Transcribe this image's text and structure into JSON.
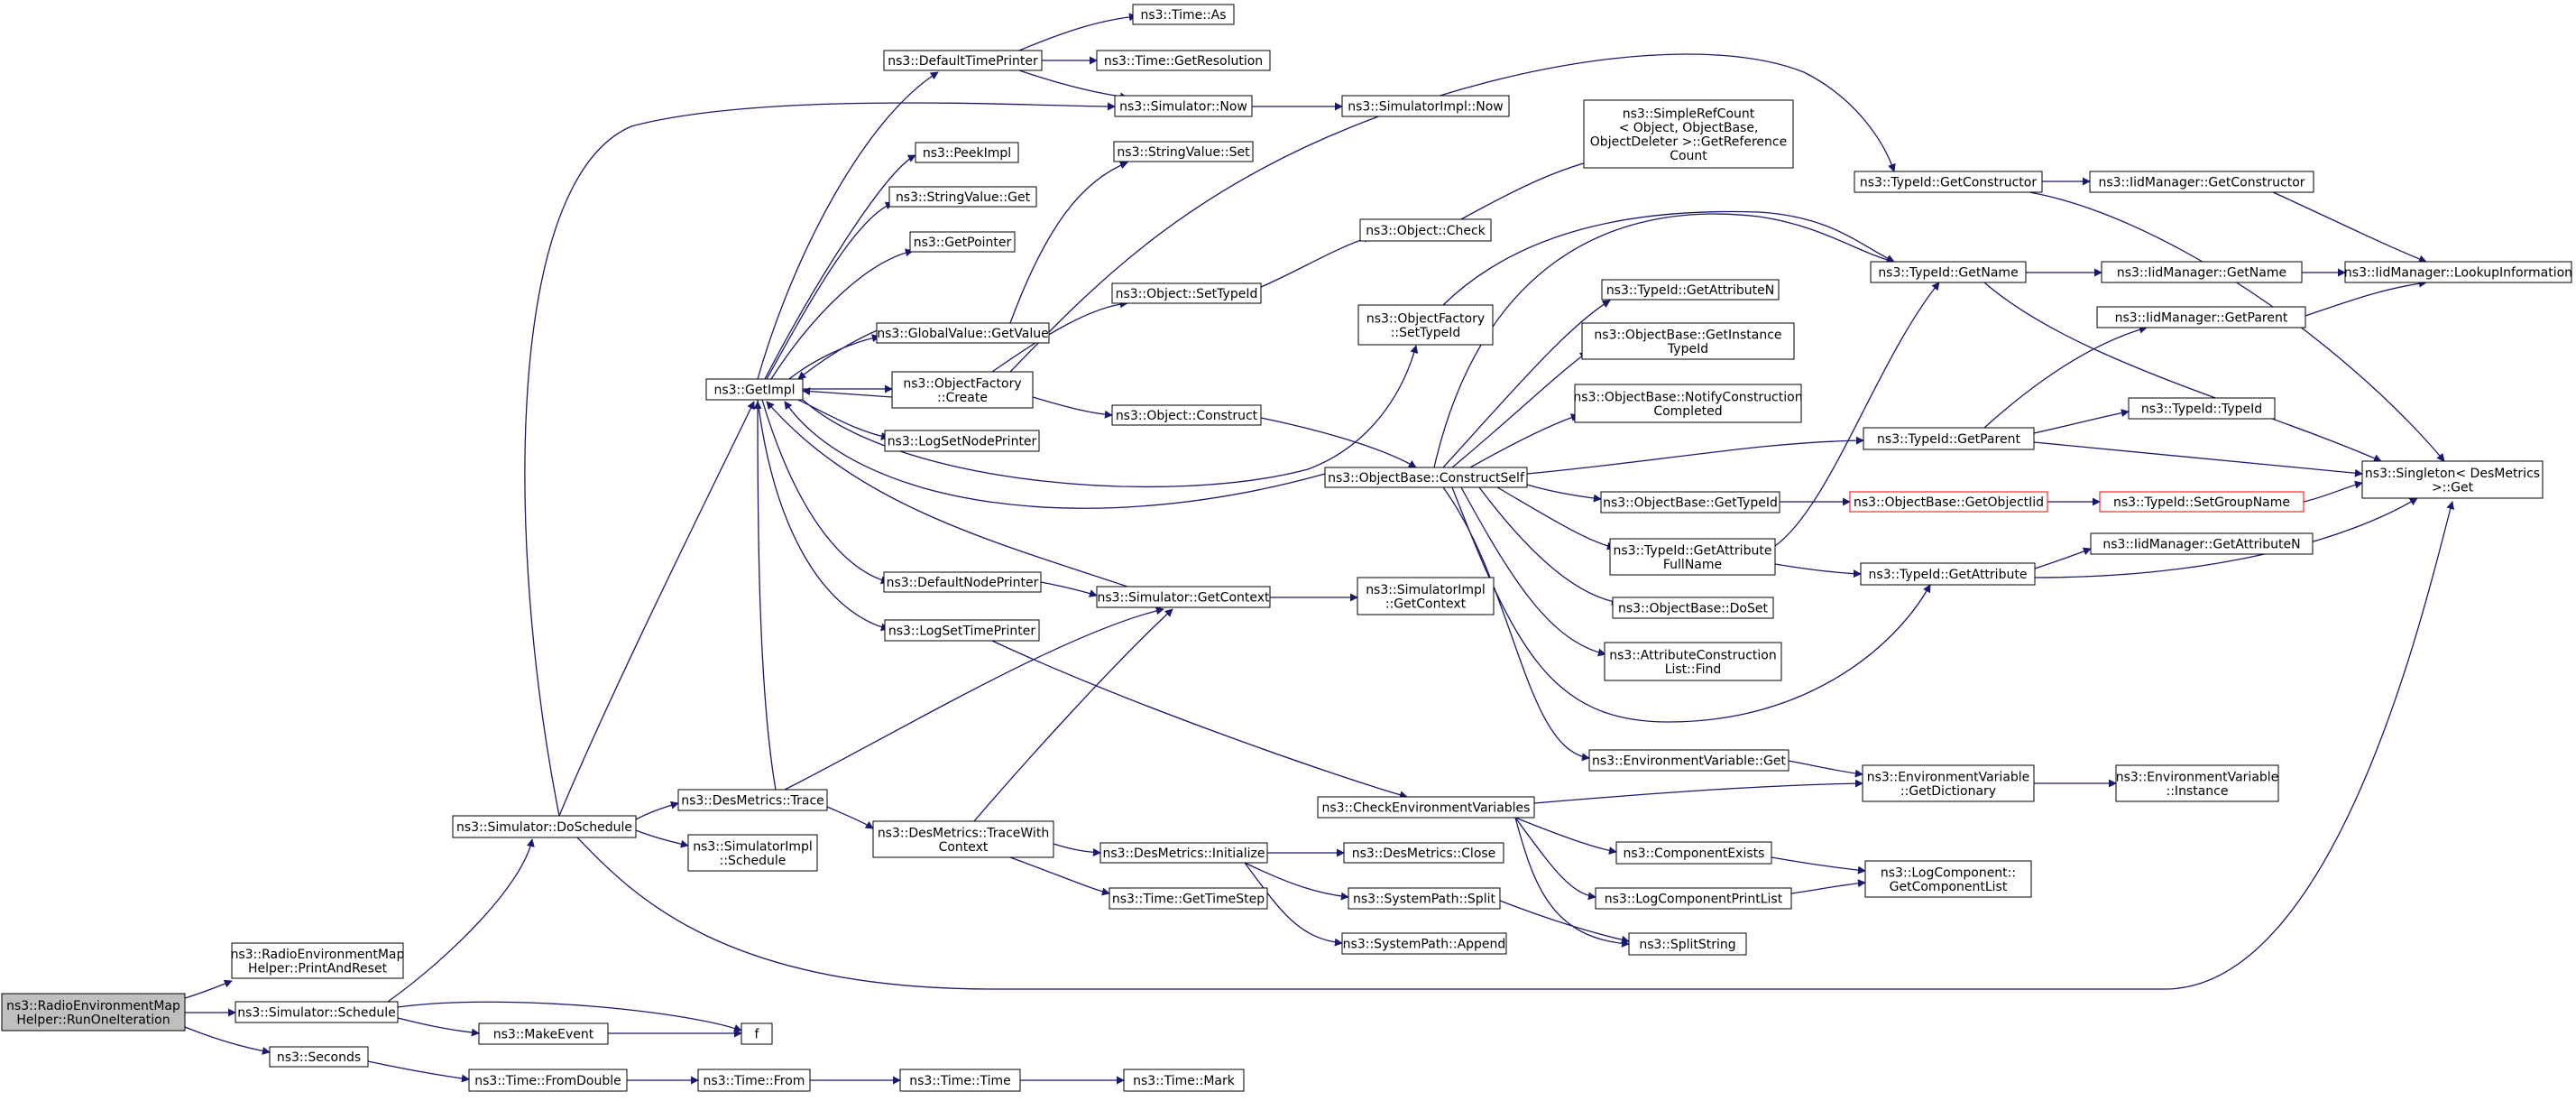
{
  "colors": {
    "edge": "#191970",
    "node_border": "#000000",
    "node_fill": "#ffffff",
    "root_fill": "#bfbfbf",
    "truncated_border": "#ff0000"
  },
  "nodes": [
    {
      "id": "root",
      "lines": [
        "ns3::RadioEnvironmentMap",
        "Helper::RunOneIteration"
      ],
      "style": "root"
    },
    {
      "id": "printandreset",
      "lines": [
        "ns3::RadioEnvironmentMap",
        "Helper::PrintAndReset"
      ]
    },
    {
      "id": "sched",
      "lines": [
        "ns3::Simulator::Schedule"
      ]
    },
    {
      "id": "seconds",
      "lines": [
        "ns3::Seconds"
      ]
    },
    {
      "id": "doschedule",
      "lines": [
        "ns3::Simulator::DoSchedule"
      ]
    },
    {
      "id": "makeevent",
      "lines": [
        "ns3::MakeEvent"
      ]
    },
    {
      "id": "f",
      "lines": [
        "f"
      ]
    },
    {
      "id": "fromdouble",
      "lines": [
        "ns3::Time::FromDouble"
      ]
    },
    {
      "id": "timefrom",
      "lines": [
        "ns3::Time::From"
      ]
    },
    {
      "id": "timetime",
      "lines": [
        "ns3::Time::Time"
      ]
    },
    {
      "id": "timemark",
      "lines": [
        "ns3::Time::Mark"
      ]
    },
    {
      "id": "getimpl",
      "lines": [
        "ns3::GetImpl"
      ]
    },
    {
      "id": "desmtrace",
      "lines": [
        "ns3::DesMetrics::Trace"
      ]
    },
    {
      "id": "simimplsched",
      "lines": [
        "ns3::SimulatorImpl",
        "::Schedule"
      ]
    },
    {
      "id": "tracewithctx",
      "lines": [
        "ns3::DesMetrics::TraceWith",
        "Context"
      ]
    },
    {
      "id": "defaulttimeprinter",
      "lines": [
        "ns3::DefaultTimePrinter"
      ]
    },
    {
      "id": "peekimpl",
      "lines": [
        "ns3::PeekImpl"
      ]
    },
    {
      "id": "strvalget",
      "lines": [
        "ns3::StringValue::Get"
      ]
    },
    {
      "id": "getpointer",
      "lines": [
        "ns3::GetPointer"
      ]
    },
    {
      "id": "globvalget",
      "lines": [
        "ns3::GlobalValue::GetValue"
      ]
    },
    {
      "id": "objfactcreate",
      "lines": [
        "ns3::ObjectFactory",
        "::Create"
      ]
    },
    {
      "id": "logsetnodeprinter",
      "lines": [
        "ns3::LogSetNodePrinter"
      ]
    },
    {
      "id": "defaultnodeprinter",
      "lines": [
        "ns3::DefaultNodePrinter"
      ]
    },
    {
      "id": "logsettimeprinter",
      "lines": [
        "ns3::LogSetTimePrinter"
      ]
    },
    {
      "id": "timeas",
      "lines": [
        "ns3::Time::As"
      ]
    },
    {
      "id": "timegetres",
      "lines": [
        "ns3::Time::GetResolution"
      ]
    },
    {
      "id": "simnow",
      "lines": [
        "ns3::Simulator::Now"
      ]
    },
    {
      "id": "strvalset",
      "lines": [
        "ns3::StringValue::Set"
      ]
    },
    {
      "id": "simgetctx",
      "lines": [
        "ns3::Simulator::GetContext"
      ]
    },
    {
      "id": "desminit",
      "lines": [
        "ns3::DesMetrics::Initialize"
      ]
    },
    {
      "id": "gettimestep",
      "lines": [
        "ns3::Time::GetTimeStep"
      ]
    },
    {
      "id": "objsettypeid",
      "lines": [
        "ns3::Object::SetTypeId"
      ]
    },
    {
      "id": "objconstruct",
      "lines": [
        "ns3::Object::Construct"
      ]
    },
    {
      "id": "simimplnow",
      "lines": [
        "ns3::SimulatorImpl::Now"
      ]
    },
    {
      "id": "simimplgetctx",
      "lines": [
        "ns3::SimulatorImpl",
        "::GetContext"
      ]
    },
    {
      "id": "desmclose",
      "lines": [
        "ns3::DesMetrics::Close"
      ]
    },
    {
      "id": "syspathsplit",
      "lines": [
        "ns3::SystemPath::Split"
      ]
    },
    {
      "id": "syspathappend",
      "lines": [
        "ns3::SystemPath::Append"
      ]
    },
    {
      "id": "objcheck",
      "lines": [
        "ns3::Object::Check"
      ]
    },
    {
      "id": "objfactsettypeid",
      "lines": [
        "ns3::ObjectFactory",
        "::SetTypeId"
      ]
    },
    {
      "id": "objbaseconstructself",
      "lines": [
        "ns3::ObjectBase::ConstructSelf"
      ]
    },
    {
      "id": "checkenvvars",
      "lines": [
        "ns3::CheckEnvironmentVariables"
      ]
    },
    {
      "id": "simplerefcount",
      "lines": [
        "ns3::SimpleRefCount",
        "< Object, ObjectBase,",
        "ObjectDeleter >::GetReference",
        "Count"
      ]
    },
    {
      "id": "tidgetattrn",
      "lines": [
        "ns3::TypeId::GetAttributeN"
      ]
    },
    {
      "id": "objbasegetinst",
      "lines": [
        "ns3::ObjectBase::GetInstance",
        "TypeId"
      ]
    },
    {
      "id": "objbasenotify",
      "lines": [
        "ns3::ObjectBase::NotifyConstruction",
        "Completed"
      ]
    },
    {
      "id": "objbasegettid",
      "lines": [
        "ns3::ObjectBase::GetTypeId"
      ]
    },
    {
      "id": "tidgetattrfull",
      "lines": [
        "ns3::TypeId::GetAttribute",
        "FullName"
      ]
    },
    {
      "id": "objbasedoset",
      "lines": [
        "ns3::ObjectBase::DoSet"
      ]
    },
    {
      "id": "attrconstrfind",
      "lines": [
        "ns3::AttributeConstruction",
        "List::Find"
      ]
    },
    {
      "id": "envvarget",
      "lines": [
        "ns3::EnvironmentVariable::Get"
      ]
    },
    {
      "id": "compexists",
      "lines": [
        "ns3::ComponentExists"
      ]
    },
    {
      "id": "logcompprintlist",
      "lines": [
        "ns3::LogComponentPrintList"
      ]
    },
    {
      "id": "splitstring",
      "lines": [
        "ns3::SplitString"
      ]
    },
    {
      "id": "tidgetctor",
      "lines": [
        "ns3::TypeId::GetConstructor"
      ]
    },
    {
      "id": "tidgetname",
      "lines": [
        "ns3::TypeId::GetName"
      ]
    },
    {
      "id": "tidgetparent",
      "lines": [
        "ns3::TypeId::GetParent"
      ]
    },
    {
      "id": "objbasegetobjiid",
      "lines": [
        "ns3::ObjectBase::GetObjectIid"
      ],
      "style": "truncated"
    },
    {
      "id": "tidgetattr",
      "lines": [
        "ns3::TypeId::GetAttribute"
      ]
    },
    {
      "id": "envvargetdict",
      "lines": [
        "ns3::EnvironmentVariable",
        "::GetDictionary"
      ]
    },
    {
      "id": "logcompgetlist",
      "lines": [
        "ns3::LogComponent::",
        "GetComponentList"
      ]
    },
    {
      "id": "iidmgrgetctor",
      "lines": [
        "ns3::IidManager::GetConstructor"
      ]
    },
    {
      "id": "iidmgrgetname",
      "lines": [
        "ns3::IidManager::GetName"
      ]
    },
    {
      "id": "iidmgrgetparent",
      "lines": [
        "ns3::IidManager::GetParent"
      ]
    },
    {
      "id": "tidtypeid",
      "lines": [
        "ns3::TypeId::TypeId"
      ]
    },
    {
      "id": "tidsetgroupname",
      "lines": [
        "ns3::TypeId::SetGroupName"
      ],
      "style": "truncated"
    },
    {
      "id": "iidmgrgetattrn",
      "lines": [
        "ns3::IidManager::GetAttributeN"
      ]
    },
    {
      "id": "envvarinstance",
      "lines": [
        "ns3::EnvironmentVariable",
        "::Instance"
      ]
    },
    {
      "id": "iidmgrlookup",
      "lines": [
        "ns3::IidManager::LookupInformation"
      ]
    },
    {
      "id": "singletonget",
      "lines": [
        "ns3::Singleton< DesMetrics",
        ">::Get"
      ]
    }
  ]
}
